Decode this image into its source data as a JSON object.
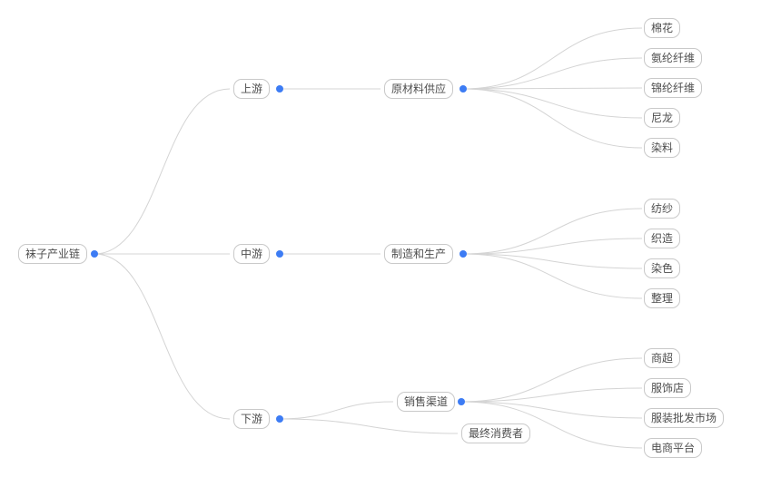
{
  "colors": {
    "dot": "#3d7cf4",
    "edge": "#d4d4d4",
    "node-border": "#c9c9c9",
    "node-text": "#4d4d4d",
    "node-bg": "#ffffff"
  },
  "mindmap": {
    "root": {
      "label": "袜子产业链"
    },
    "branches": [
      {
        "label": "上游",
        "children": [
          {
            "label": "原材料供应",
            "children": [
              {
                "label": "棉花"
              },
              {
                "label": "氨纶纤维"
              },
              {
                "label": "锦纶纤维"
              },
              {
                "label": "尼龙"
              },
              {
                "label": "染料"
              }
            ]
          }
        ]
      },
      {
        "label": "中游",
        "children": [
          {
            "label": "制造和生产",
            "children": [
              {
                "label": "纺纱"
              },
              {
                "label": "织造"
              },
              {
                "label": "染色"
              },
              {
                "label": "整理"
              }
            ]
          }
        ]
      },
      {
        "label": "下游",
        "children": [
          {
            "label": "销售渠道",
            "children": [
              {
                "label": "商超"
              },
              {
                "label": "服饰店"
              },
              {
                "label": "服装批发市场"
              },
              {
                "label": "电商平台"
              }
            ]
          },
          {
            "label": "最终消费者"
          }
        ]
      }
    ]
  }
}
